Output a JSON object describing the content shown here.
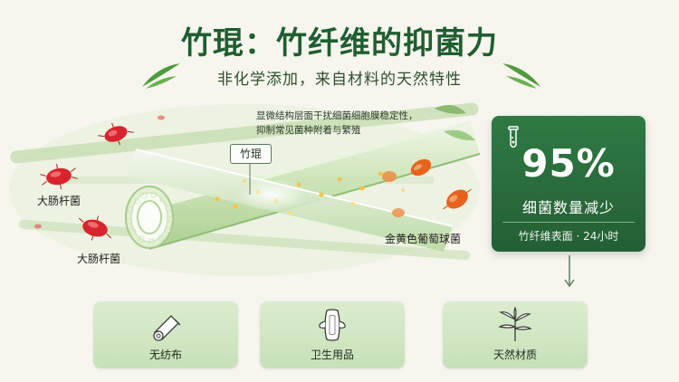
{
  "header": {
    "title": "竹琨：竹纤维的抑菌力",
    "subtitle": "非化学添加，来自材料的天然特性"
  },
  "illustration": {
    "description_lines": [
      "显微结构层面干扰细菌细胞膜稳定性，",
      "抑制常见菌种附着与繁殖"
    ],
    "fiber_tag": "竹琨",
    "bacteria_labels": [
      "大肠杆菌",
      "大肠杆菌",
      "金黄色葡萄球菌"
    ]
  },
  "stat": {
    "value": "95%",
    "label": "细菌数量减少",
    "footnote": "竹纤维表面 · 24小时"
  },
  "features": [
    {
      "label": "无纺布",
      "icon": "fabric-roll-icon"
    },
    {
      "label": "卫生用品",
      "icon": "sanitary-pad-icon"
    },
    {
      "label": "天然材质",
      "icon": "bamboo-leaf-icon"
    }
  ],
  "colors": {
    "brand_green": "#1f5e30",
    "card_green": "#2f7a43",
    "feature_bg": "#d3e7c5",
    "bacteria_red": "#d8242c",
    "bacteria_orange": "#e8621e"
  }
}
